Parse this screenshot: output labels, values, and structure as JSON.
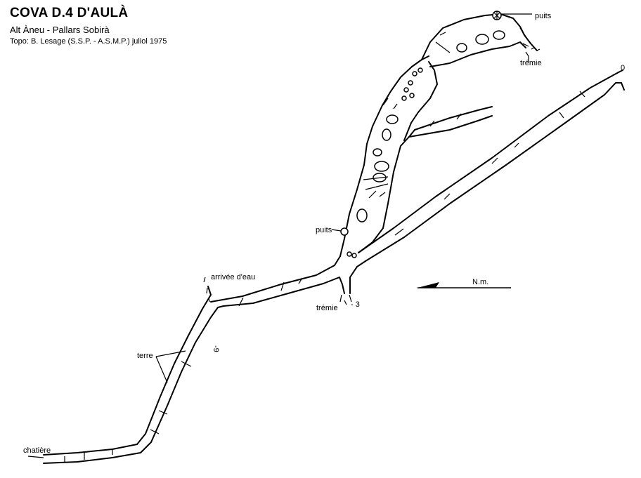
{
  "header": {
    "title": "COVA D.4 D'AULÀ",
    "subtitle": "Alt Àneu - Pallars Sobirà",
    "credit": "Topo: B. Lesage (S.S.P. - A.S.M.P.) juliol 1975"
  },
  "labels": {
    "puits_top": "puits",
    "tremie_top": "trémie",
    "zero": "0",
    "puits_mid": "puits",
    "arrivee": "arrivée d'eau",
    "tremie_mid": "trémie",
    "minus3": "- 3",
    "minus9": "-9",
    "terre": "terre",
    "chatiere": "chatière",
    "north": "N.m."
  }
}
